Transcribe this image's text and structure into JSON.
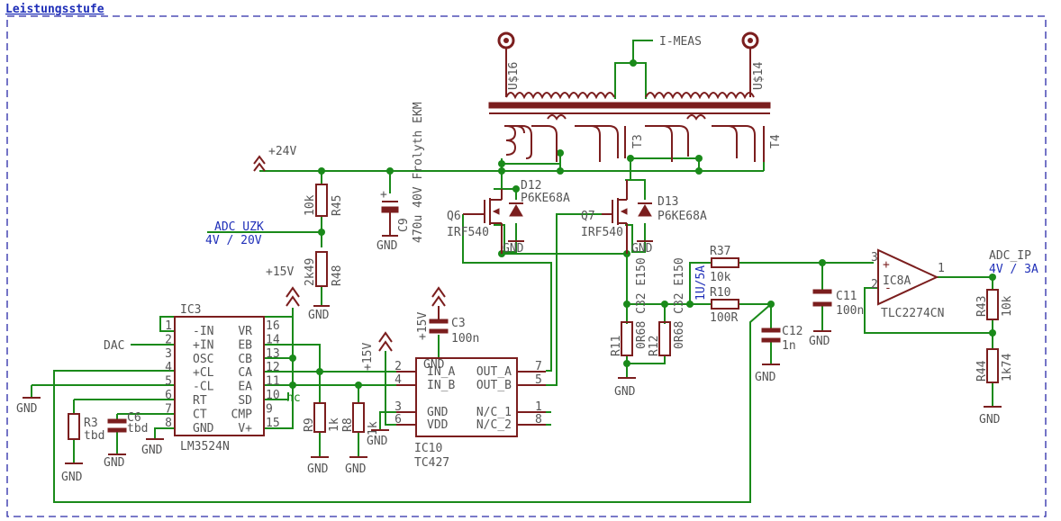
{
  "title": "Leistungsstufe",
  "nets": {
    "p24v": "+24V",
    "p15v_a": "+15V",
    "p15v_b": "+15V",
    "p15v_c": "+15V",
    "i_meas": "I-MEAS",
    "adc_uzk": "ADC_UZK",
    "adc_uzk_range": "4V / 20V",
    "adc_ip": "ADC_IP",
    "adc_ip_range": "4V / 3A",
    "dac": "DAC",
    "shunt_note": "1U/5A",
    "nc": "nc",
    "gnd": "GND"
  },
  "components": {
    "us16": "U$16",
    "us14": "U$14",
    "t3": "T3",
    "t4": "T4",
    "c9_name": "C9",
    "c9_value": "470u 40V Frolyth EKM",
    "r45_name": "R45",
    "r45_value": "10k",
    "r48_name": "R48",
    "r48_value": "2k49",
    "d12_name": "D12",
    "d12_value": "P6KE68A",
    "d13_name": "D13",
    "d13_value": "P6KE68A",
    "q6_name": "Q6",
    "q6_value": "IRF540",
    "q7_name": "Q7",
    "q7_value": "IRF540",
    "r11_name": "R11",
    "r11_value": "0R68 C32 E150",
    "r12_name": "R12",
    "r12_value": "0R68 C32 E150",
    "r37_name": "R37",
    "r37_value": "10k",
    "r10_name": "R10",
    "r10_value": "100R",
    "c12_name": "C12",
    "c12_value": "1n",
    "c11_name": "C11",
    "c11_value": "100n",
    "c3_name": "C3",
    "c3_value": "100n",
    "ic8a_name": "IC8A",
    "ic8a_value": "TLC2274CN",
    "r43_name": "R43",
    "r43_value": "10k",
    "r44_name": "R44",
    "r44_value": "1k74",
    "r9_name": "R9",
    "r9_value": "1k",
    "r8_name": "R8",
    "r8_value": "1k",
    "r3_name": "R3",
    "r3_value": "tbd",
    "c6_name": "C6",
    "c6_value": "tbd",
    "ic3_name": "IC3",
    "ic3_value": "LM3524N",
    "ic10_name": "IC10",
    "ic10_value": "TC427"
  },
  "ic3_pins_left": [
    {
      "num": "1",
      "name": "-IN"
    },
    {
      "num": "2",
      "name": "+IN"
    },
    {
      "num": "3",
      "name": "OSC"
    },
    {
      "num": "4",
      "name": "+CL"
    },
    {
      "num": "5",
      "name": "-CL"
    },
    {
      "num": "6",
      "name": "RT"
    },
    {
      "num": "7",
      "name": "CT"
    },
    {
      "num": "8",
      "name": "GND"
    }
  ],
  "ic3_pins_right": [
    {
      "num": "16",
      "name": "VR"
    },
    {
      "num": "14",
      "name": "EB"
    },
    {
      "num": "13",
      "name": "CB"
    },
    {
      "num": "12",
      "name": "CA"
    },
    {
      "num": "11",
      "name": "EA"
    },
    {
      "num": "10",
      "name": "SD"
    },
    {
      "num": "9",
      "name": "CMP"
    },
    {
      "num": "15",
      "name": "V+"
    }
  ],
  "ic10_pins_left": [
    {
      "num": "2",
      "name": "IN_A"
    },
    {
      "num": "4",
      "name": "IN_B"
    },
    {
      "num": "3",
      "name": "GND"
    },
    {
      "num": "6",
      "name": "VDD"
    }
  ],
  "ic10_pins_right": [
    {
      "num": "7",
      "name": "OUT_A"
    },
    {
      "num": "5",
      "name": "OUT_B"
    },
    {
      "num": "1",
      "name": "N/C_1"
    },
    {
      "num": "8",
      "name": "N/C_2"
    }
  ],
  "ic8a_pins": {
    "plus": "+",
    "minus": "-",
    "in_plus": "3",
    "in_minus": "2",
    "out": "1"
  },
  "colors": {
    "wire": "#1a8a1a",
    "part": "#7b1e1e",
    "net_label": "#1f2fb8",
    "frame": "#2a2aa8"
  }
}
